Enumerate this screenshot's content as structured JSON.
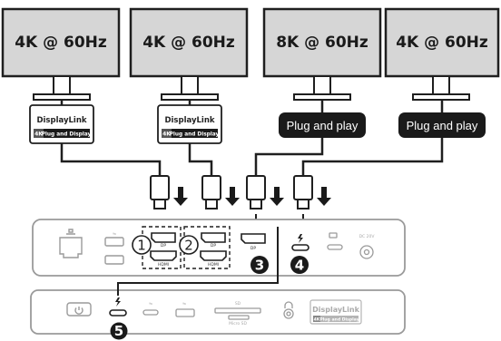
{
  "monitors": [
    {
      "resolution": "4K @ 60Hz"
    },
    {
      "resolution": "4K @ 60Hz"
    },
    {
      "resolution": "8K @ 60Hz"
    },
    {
      "resolution": "4K @ 60Hz"
    }
  ],
  "adapters": {
    "displaylink_name": "DisplayLink",
    "displaylink_4k": "4K",
    "displaylink_tag": "Plug and Display",
    "plug_and_play": "Plug and play"
  },
  "callouts": {
    "one": "1",
    "two": "2",
    "three": "3",
    "four": "4",
    "five": "5"
  },
  "port_labels": {
    "dp": "DP",
    "hdmi": "HDMI",
    "dc": "DC 20V",
    "sd": "SD",
    "micro_sd": "Micro SD"
  },
  "rear_badge": {
    "name": "DisplayLink",
    "fourk": "4K",
    "tag": "Plug and Display"
  },
  "colors": {
    "line": "#1f1f1f",
    "monitor_fill": "#d6d6d6",
    "panel_dark": "#1a1a1a",
    "dock_outline": "#9a9a9a"
  }
}
